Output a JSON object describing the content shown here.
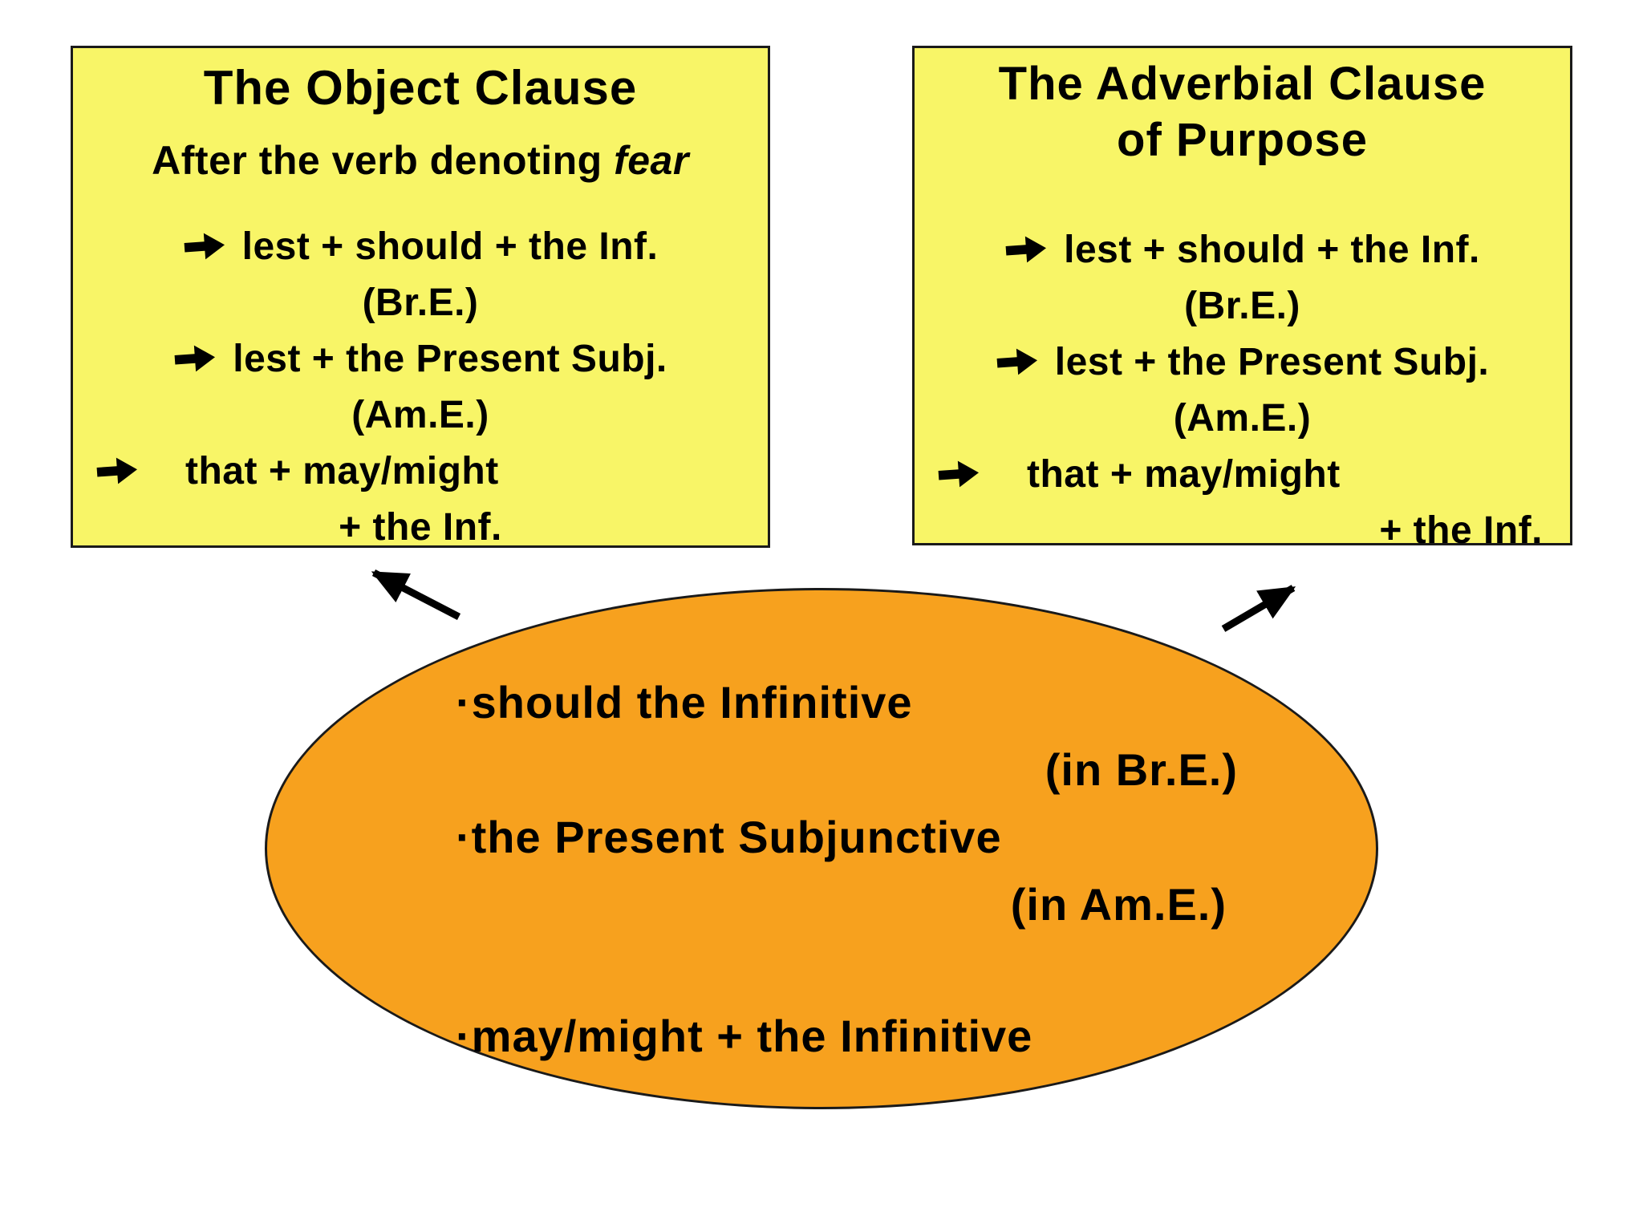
{
  "left_box": {
    "title": "The Object Clause",
    "subtitle_prefix": "After the verb denoting ",
    "subtitle_emphasis": "fear",
    "line1": "lest + should + the Inf.",
    "line1_note": "(Br.E.)",
    "line2": "lest + the Present Subj.",
    "line2_note": "(Am.E.)",
    "line3": "that + may/might",
    "line3_cont": "+ the Inf."
  },
  "right_box": {
    "title_line1": "The Adverbial Clause",
    "title_line2": "of Purpose",
    "line1": "lest + should + the Inf.",
    "line1_note": "(Br.E.)",
    "line2": "lest + the Present Subj.",
    "line2_note": "(Am.E.)",
    "line3": "that + may/might",
    "line3_cont": "+ the Inf."
  },
  "ellipse": {
    "bullet_glyph": "·",
    "line1": "should the Infinitive",
    "line1_note": "(in Br.E.)",
    "line2": "the Present Subjunctive",
    "line2_note": "(in Am.E.)",
    "line3": "may/might + the Infinitive"
  },
  "icons": {
    "bullet_arrow": "right-arrow-icon",
    "connectors": [
      "arrow-to-left-box",
      "arrow-to-right-box"
    ]
  },
  "colors": {
    "background": "#FFFFFF",
    "box_fill": "#F8F567",
    "ellipse_fill": "#F7A11E",
    "outline": "#1A1A1A",
    "text": "#000000"
  }
}
